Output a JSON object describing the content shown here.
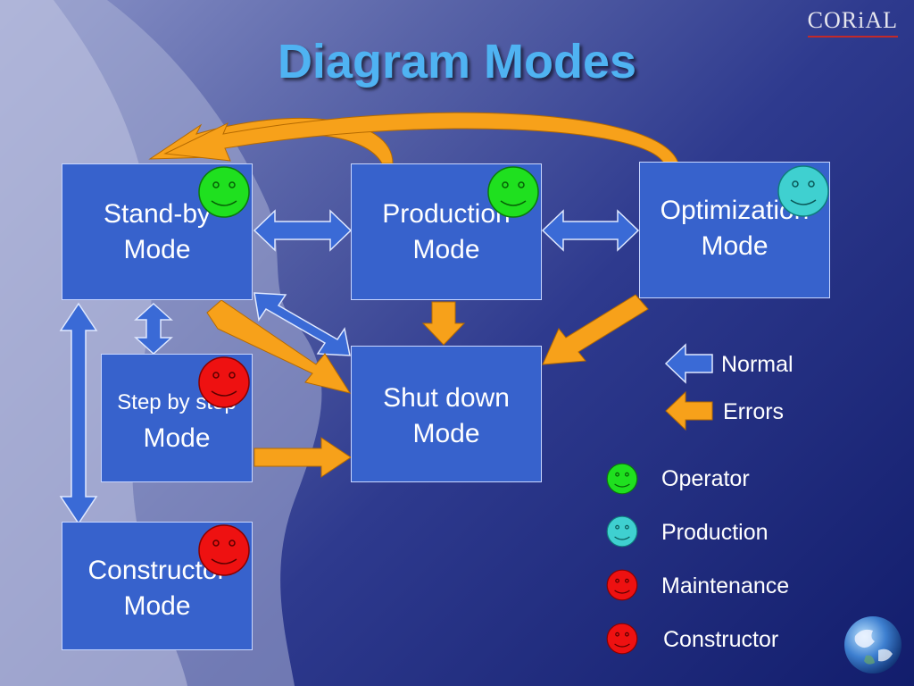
{
  "title": "Diagram Modes",
  "logo": "CORiAL",
  "modes": {
    "standby": {
      "line1": "Stand-by",
      "line2": "Mode",
      "role": "operator"
    },
    "production": {
      "line1": "Production",
      "line2": "Mode",
      "role": "operator"
    },
    "optimization": {
      "line1": "Optimization",
      "line2": "Mode",
      "role": "production"
    },
    "shutdown": {
      "line1": "Shut down",
      "line2": "Mode"
    },
    "stepbystep": {
      "line1": "Step by step",
      "line2": "Mode",
      "role": "maintenance"
    },
    "constructor": {
      "line1": "Constructor",
      "line2": "Mode",
      "role": "constructor"
    }
  },
  "legend": {
    "arrows": {
      "normal": "Normal",
      "errors": "Errors"
    },
    "roles": {
      "operator": "Operator",
      "production": "Production",
      "maintenance": "Maintenance",
      "constructor": "Constructor"
    }
  },
  "colors": {
    "normal_arrow": "#3a6ad6",
    "error_arrow": "#f7a11a",
    "operator": "#1fe01f",
    "production": "#3fd0d0",
    "maintenance": "#ee1111",
    "constructor": "#ee1111"
  },
  "icons": {
    "globe": "globe-icon",
    "face": "smiley-face-icon"
  }
}
